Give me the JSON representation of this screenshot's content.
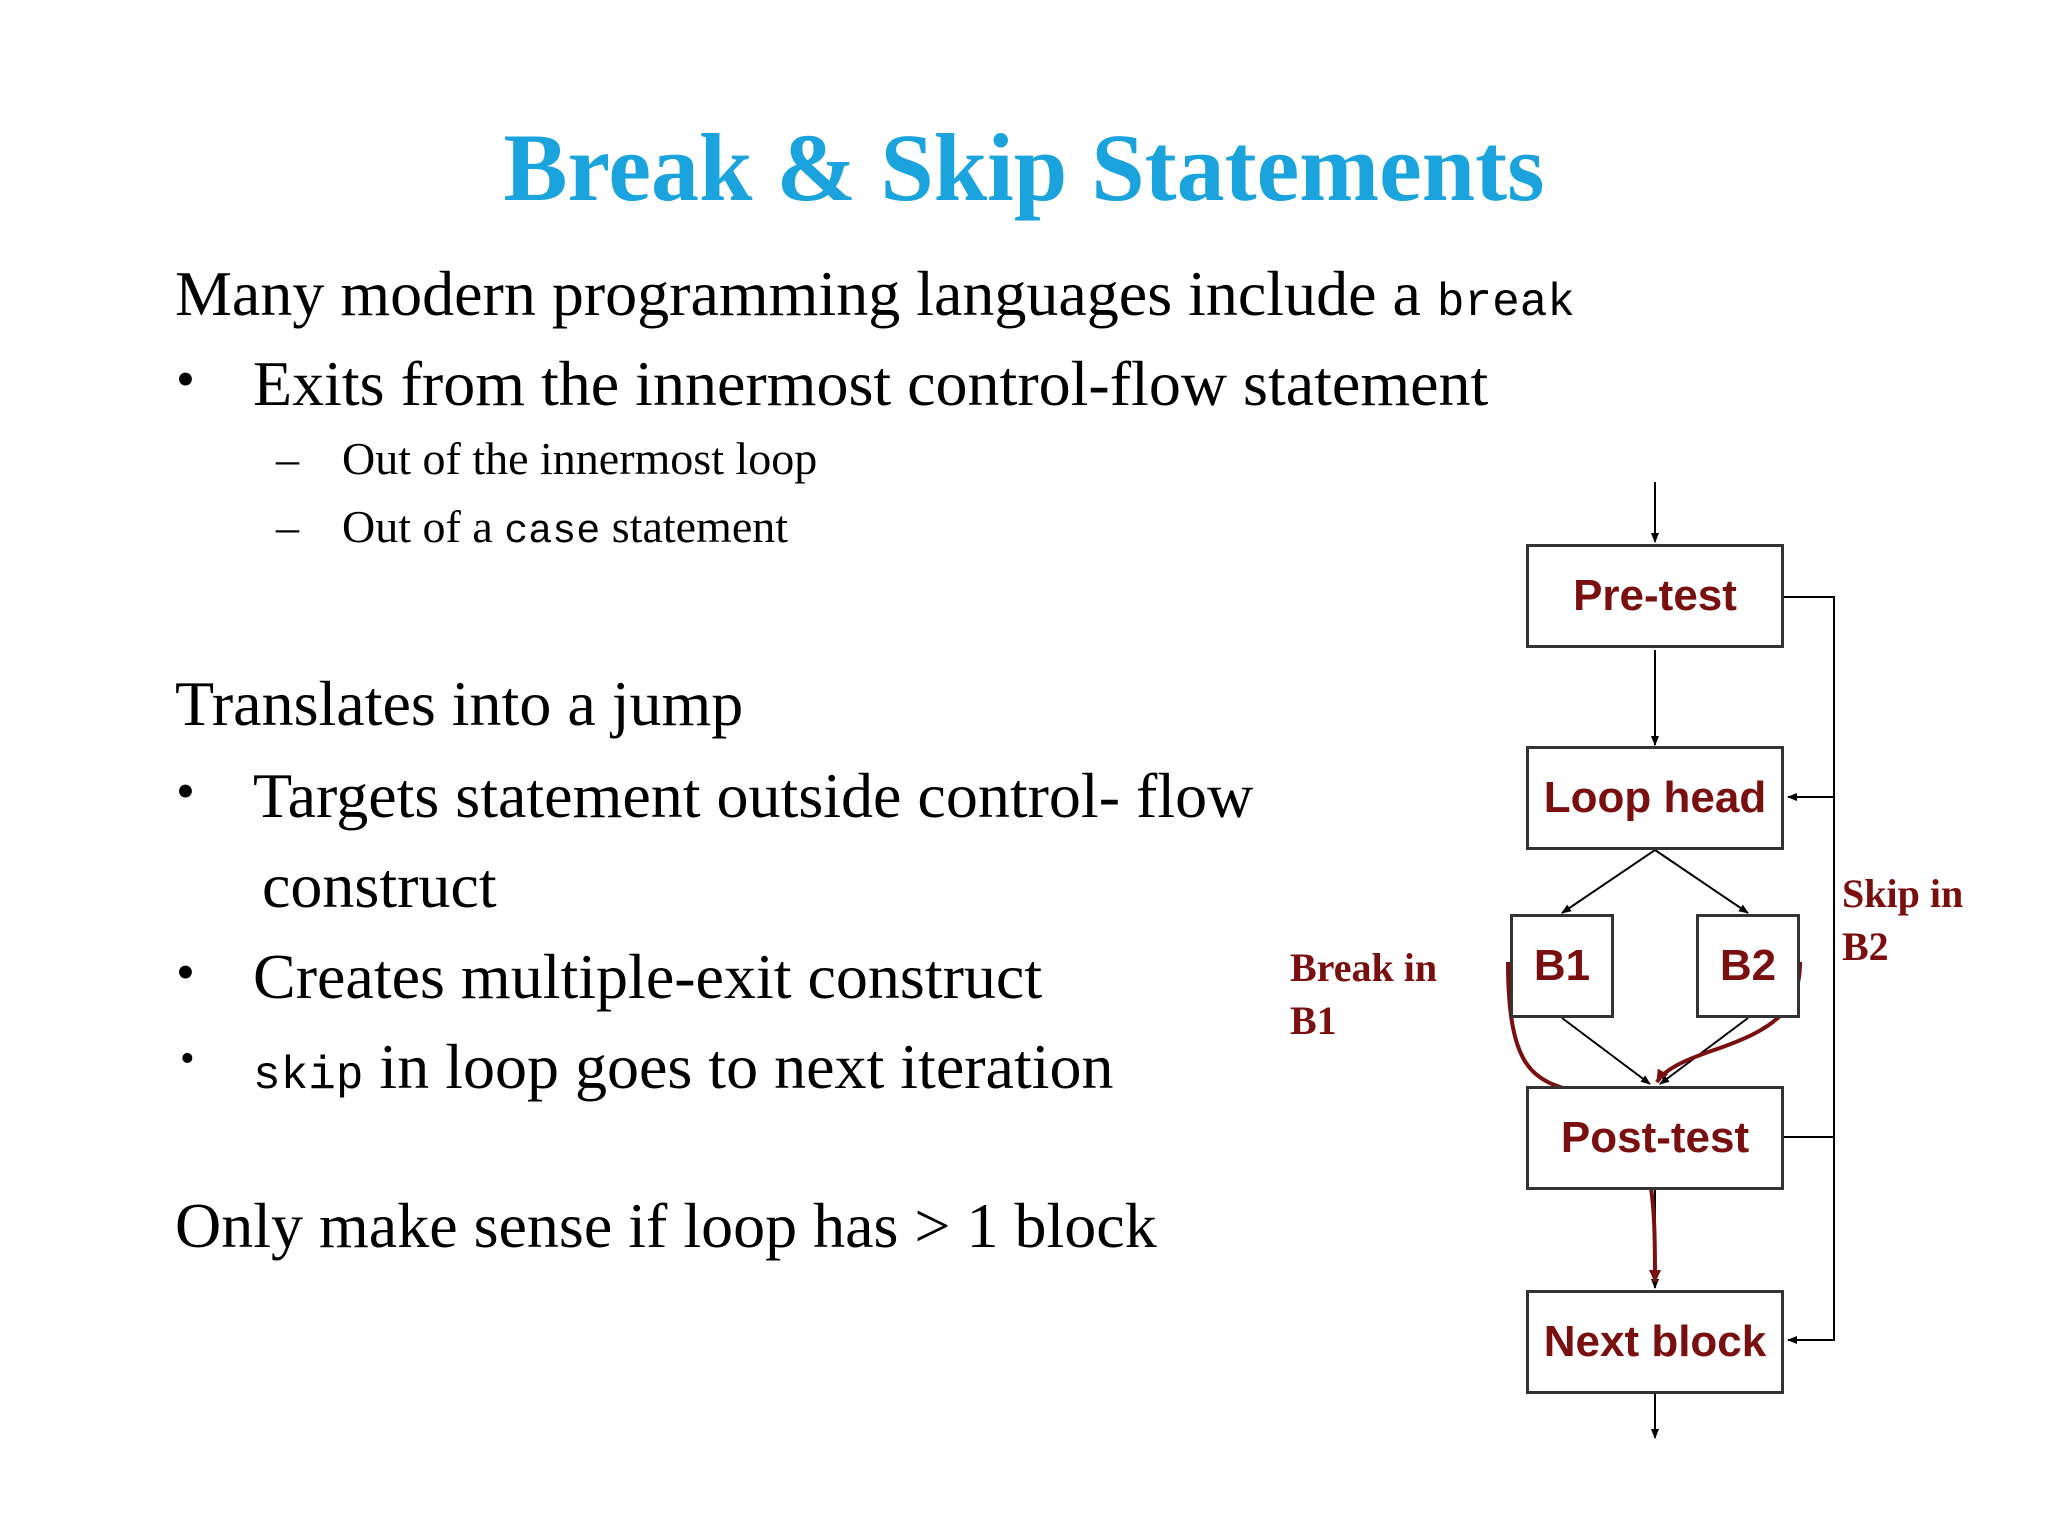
{
  "slide": {
    "title": "Break & Skip Statements",
    "intro_text": "Many modern programming languages include a ",
    "intro_code": "break",
    "bullet1": "Exits from the innermost control-flow statement",
    "sub1": "Out of the innermost loop",
    "sub2_pre": "Out of a ",
    "sub2_code": "case",
    "sub2_post": " statement",
    "translates": "Translates into a jump",
    "bullet2_line1": "Targets statement outside control- flow",
    "bullet2_line2": "construct",
    "bullet3": "Creates multiple-exit construct",
    "bullet4_code": "skip",
    "bullet4_text": " in loop goes to next iteration",
    "closing": "Only make sense if loop has > 1 block",
    "bullet_glyph": "•",
    "dash_glyph": "–"
  },
  "diagram": {
    "boxes": {
      "pretest": "Pre-test",
      "loophead": "Loop head",
      "b1": "B1",
      "b2": "B2",
      "posttest": "Post-test",
      "nextblock": "Next block"
    },
    "break_label_line1": "Break in",
    "break_label_line2": "B1",
    "skip_label_line1": "Skip in",
    "skip_label_line2": "B2"
  },
  "colors": {
    "title": "#1aa3dc",
    "diagram_text": "#7a0f10",
    "jump_arrow": "#7a0f10"
  }
}
